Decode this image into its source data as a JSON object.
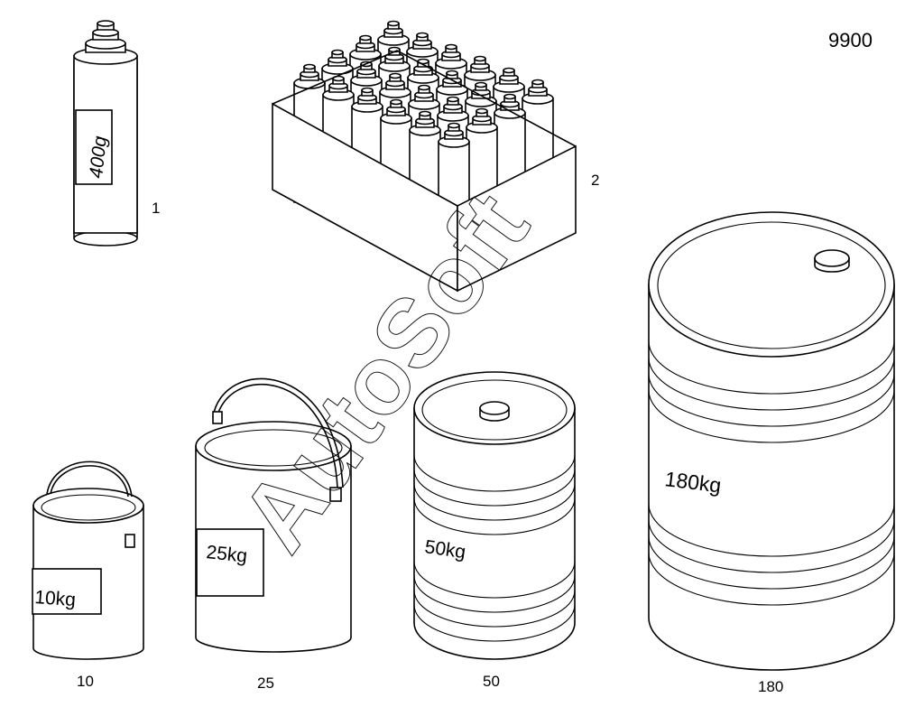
{
  "diagram": {
    "code": "9900",
    "watermark": "AutoSoft",
    "items": [
      {
        "number": "1",
        "label": "400g"
      },
      {
        "number": "2"
      },
      {
        "number": "10",
        "label": "10kg"
      },
      {
        "number": "25",
        "label": "25kg"
      },
      {
        "number": "50",
        "label": "50kg"
      },
      {
        "number": "180",
        "label": "180kg"
      }
    ]
  }
}
